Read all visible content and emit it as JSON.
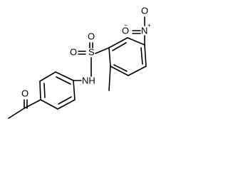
{
  "molecule": {
    "atoms": {
      "o_nitro_top": "O",
      "n_nitro": "N",
      "n_nitro_charge": "+",
      "o_nitro_left": "O",
      "o_nitro_left_charge": "−",
      "o_sulfonyl_top": "O",
      "s_sulfonyl": "S",
      "o_sulfonyl_left": "O",
      "nh_amide": "NH",
      "o_ketone": "O"
    },
    "colors": {
      "bond": "#000000",
      "label": "#000000",
      "background": "#ffffff"
    }
  }
}
